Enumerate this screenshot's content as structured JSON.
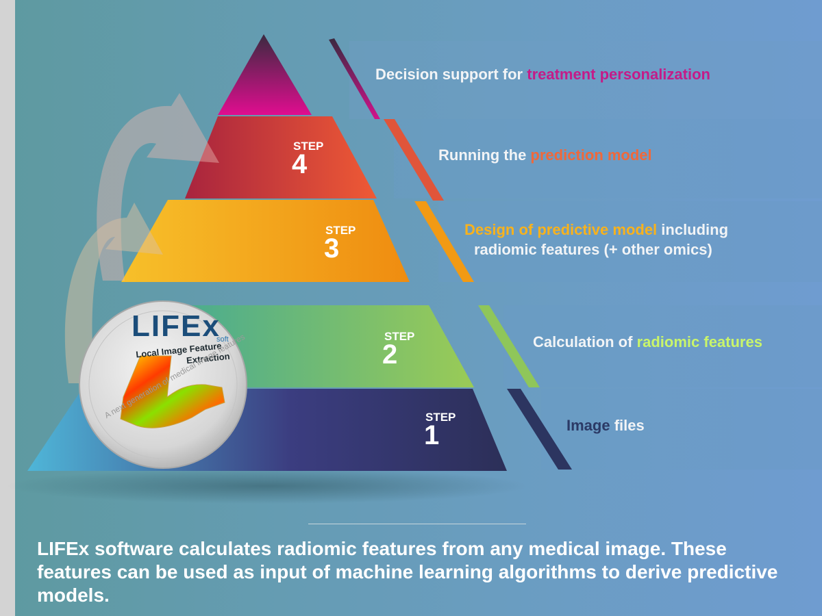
{
  "colors": {
    "step1": "#2e3a68",
    "step2": "#5bb48a",
    "step3": "#f3a51f",
    "step4": "#d24a37",
    "top": "#c80c86",
    "label_text": "#f2f4f6",
    "hl_treatment": "#c41b88",
    "hl_prediction": "#f0683a",
    "hl_design": "#f8b21d",
    "hl_radiomic": "#c9f56a",
    "hl_image": "#2b3a66"
  },
  "steps": [
    {
      "word": "STEP",
      "number": "4"
    },
    {
      "word": "STEP",
      "number": "3"
    },
    {
      "word": "STEP",
      "number": "2"
    },
    {
      "word": "STEP",
      "number": "1"
    }
  ],
  "labels": {
    "l5": {
      "pre": "Decision support for ",
      "hl": "treatment personalization"
    },
    "l4": {
      "pre": "Running the ",
      "hl": "prediction model"
    },
    "l3": {
      "hl": "Design of predictive model",
      "post": " including",
      "line2": "radiomic features (+ other omics)"
    },
    "l2": {
      "pre": "Calculation of ",
      "hl": "radiomic features"
    },
    "l1": {
      "hl": "Image",
      "post": " files"
    }
  },
  "logo": {
    "title": "LIFEx",
    "sub": "soft",
    "line1": "Local Image Feature",
    "line2": "Extraction",
    "ring": "A next generation of medical image features"
  },
  "caption": "LIFEx software calculates radiomic features from any medical image. These features can be used as input of machine learning algorithms to derive predictive models."
}
